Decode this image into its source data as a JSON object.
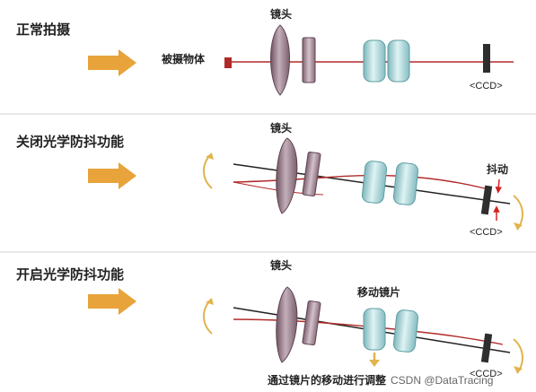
{
  "colors": {
    "arrow": "#e8a33a",
    "axis": "#b12a2a",
    "tilt_line": "#222222",
    "separator": "#cfcfcf",
    "lens_fill": "#b8a3ad",
    "lens_fill_dark": "#8a6e7c",
    "ccd": "#2e2e2e",
    "moving_lens": "#bfe0e2",
    "rotation_arrow": "#e2b34c",
    "small_red_arrow": "#d22222"
  },
  "panels": [
    {
      "title": "正常拍摄",
      "lens_label": "镜头",
      "object_label": "被摄物体",
      "ccd_label": "<CCD>"
    },
    {
      "title": "关闭光学防抖功能",
      "lens_label": "镜头",
      "shake_label": "抖动",
      "ccd_label": "<CCD>"
    },
    {
      "title": "开启光学防抖功能",
      "lens_label": "镜头",
      "moving_label": "移动镜片",
      "bottom_label": "通过镜片的移动进行调整",
      "ccd_label": "<CCD>"
    }
  ],
  "watermark": "CSDN @DataTracing"
}
